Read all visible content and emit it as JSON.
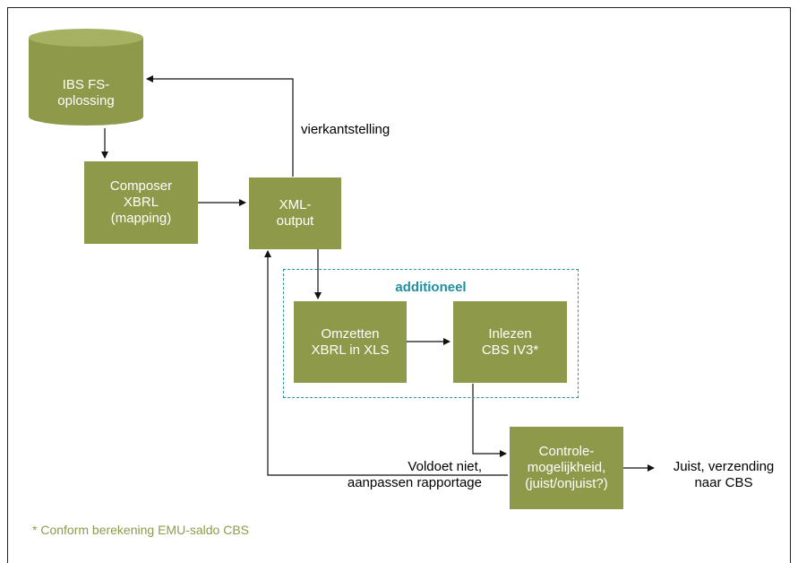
{
  "nodes": {
    "ibs": "IBS FS-\noplossing",
    "composer": "Composer\nXBRL\n(mapping)",
    "xml": "XML-\noutput",
    "omzetten": "Omzetten\nXBRL in XLS",
    "inlezen": "Inlezen\nCBS IV3*",
    "controle": "Controle-\nmogelijkheid,\n(juist/onjuist?)"
  },
  "labels": {
    "vierkant": "vierkantstelling",
    "voldoet": "Voldoet niet,\naanpassen rapportage",
    "juist": "Juist, verzending\nnaar CBS"
  },
  "group": {
    "title": "additioneel"
  },
  "footnote": "* Conform berekening EMU-saldo CBS",
  "colors": {
    "box": "#8e9a4a",
    "accent": "#1f8fa0",
    "line": "#111111"
  }
}
